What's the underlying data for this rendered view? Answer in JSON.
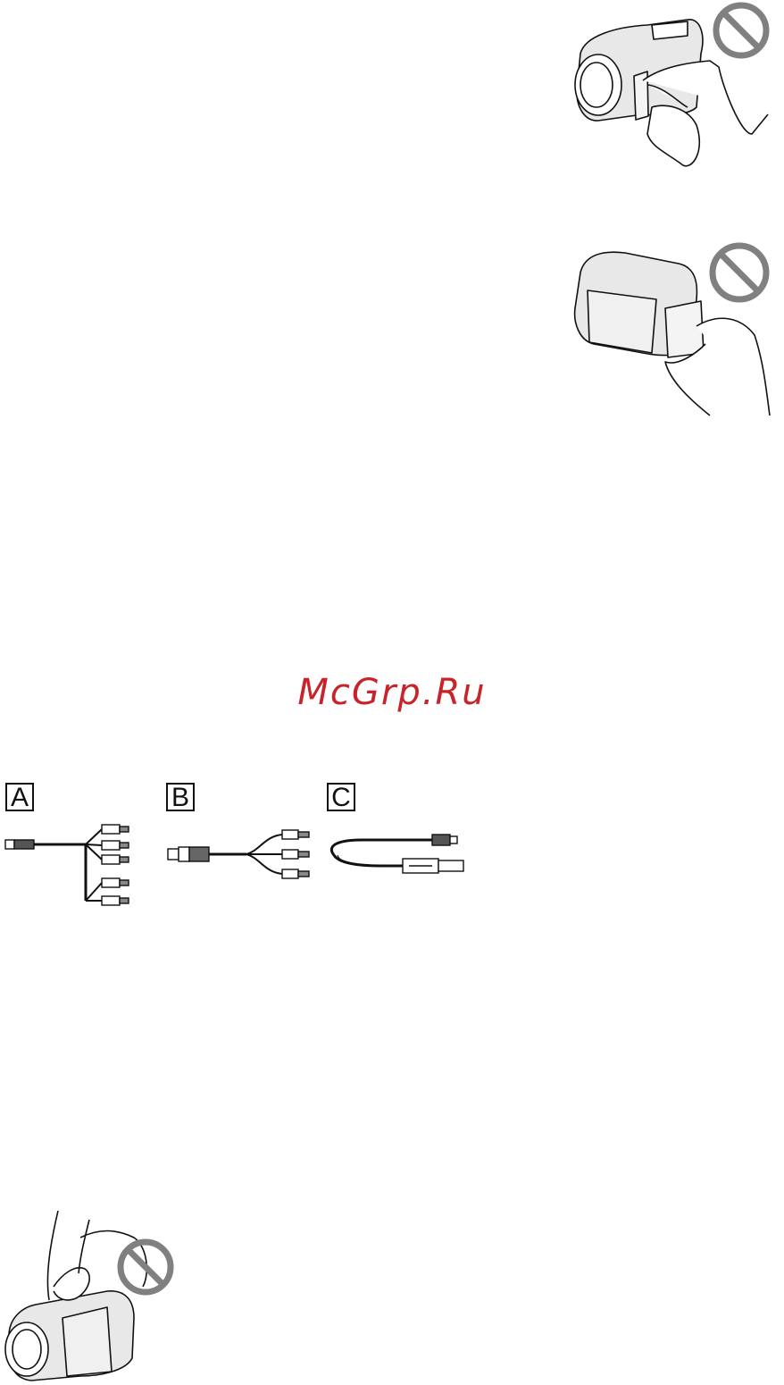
{
  "watermark": {
    "text": "McGrp.Ru"
  },
  "cables": [
    {
      "letter": "A",
      "icon": "av-component-cable-icon"
    },
    {
      "letter": "B",
      "icon": "av-cable-icon"
    },
    {
      "letter": "C",
      "icon": "usb-cable-icon"
    }
  ],
  "figures": [
    {
      "name": "hold-by-lcd-prohibited",
      "icon": "camcorder-held-by-lcd-icon"
    },
    {
      "name": "hold-by-battery-prohibited",
      "icon": "camcorder-held-by-battery-icon"
    },
    {
      "name": "hold-by-viewfinder-prohibited",
      "icon": "camcorder-held-by-top-icon"
    }
  ],
  "colors": {
    "watermark": "#c8222a",
    "prohibit": "#808080",
    "line": "#111111"
  }
}
